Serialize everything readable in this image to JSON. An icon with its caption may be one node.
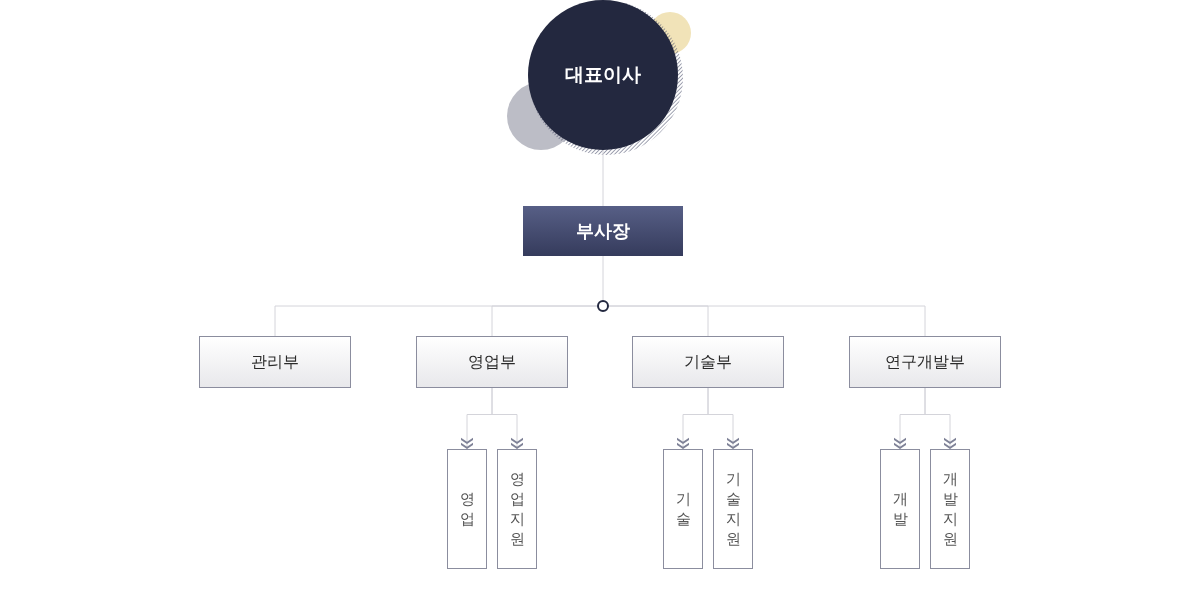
{
  "diagram": {
    "nodes": [
      {
        "text": [
          "대표이사"
        ]
      },
      {
        "text": [
          "부사장"
        ]
      },
      {
        "text": [],
        "shape": "circle"
      },
      {
        "text": [
          "관리부"
        ]
      },
      {
        "text": [
          "영업부"
        ]
      },
      {
        "text": [
          "기술부"
        ]
      },
      {
        "text": [
          "연구개발부"
        ]
      },
      {
        "text": [
          "영업"
        ]
      },
      {
        "text": [
          "영업지원"
        ]
      },
      {
        "text": [
          "기술"
        ]
      },
      {
        "text": [
          "기술지원"
        ]
      },
      {
        "text": [
          "개발"
        ]
      },
      {
        "text": [
          "개발지원"
        ]
      }
    ],
    "edges": [
      {
        "from": 0,
        "to": 1,
        "arrow": "none"
      },
      {
        "from": 1,
        "to": 2,
        "arrow": "none"
      },
      {
        "from": 2,
        "to": 3,
        "arrow": "none"
      },
      {
        "from": 2,
        "to": 4,
        "arrow": "none"
      },
      {
        "from": 2,
        "to": 5,
        "arrow": "none"
      },
      {
        "from": 2,
        "to": 6,
        "arrow": "none"
      },
      {
        "from": 4,
        "to": 7,
        "arrow": "to"
      },
      {
        "from": 4,
        "to": 8,
        "arrow": "to"
      },
      {
        "from": 5,
        "to": 9,
        "arrow": "to"
      },
      {
        "from": 5,
        "to": 10,
        "arrow": "to"
      },
      {
        "from": 6,
        "to": 11,
        "arrow": "to"
      },
      {
        "from": 6,
        "to": 12,
        "arrow": "to"
      }
    ]
  }
}
